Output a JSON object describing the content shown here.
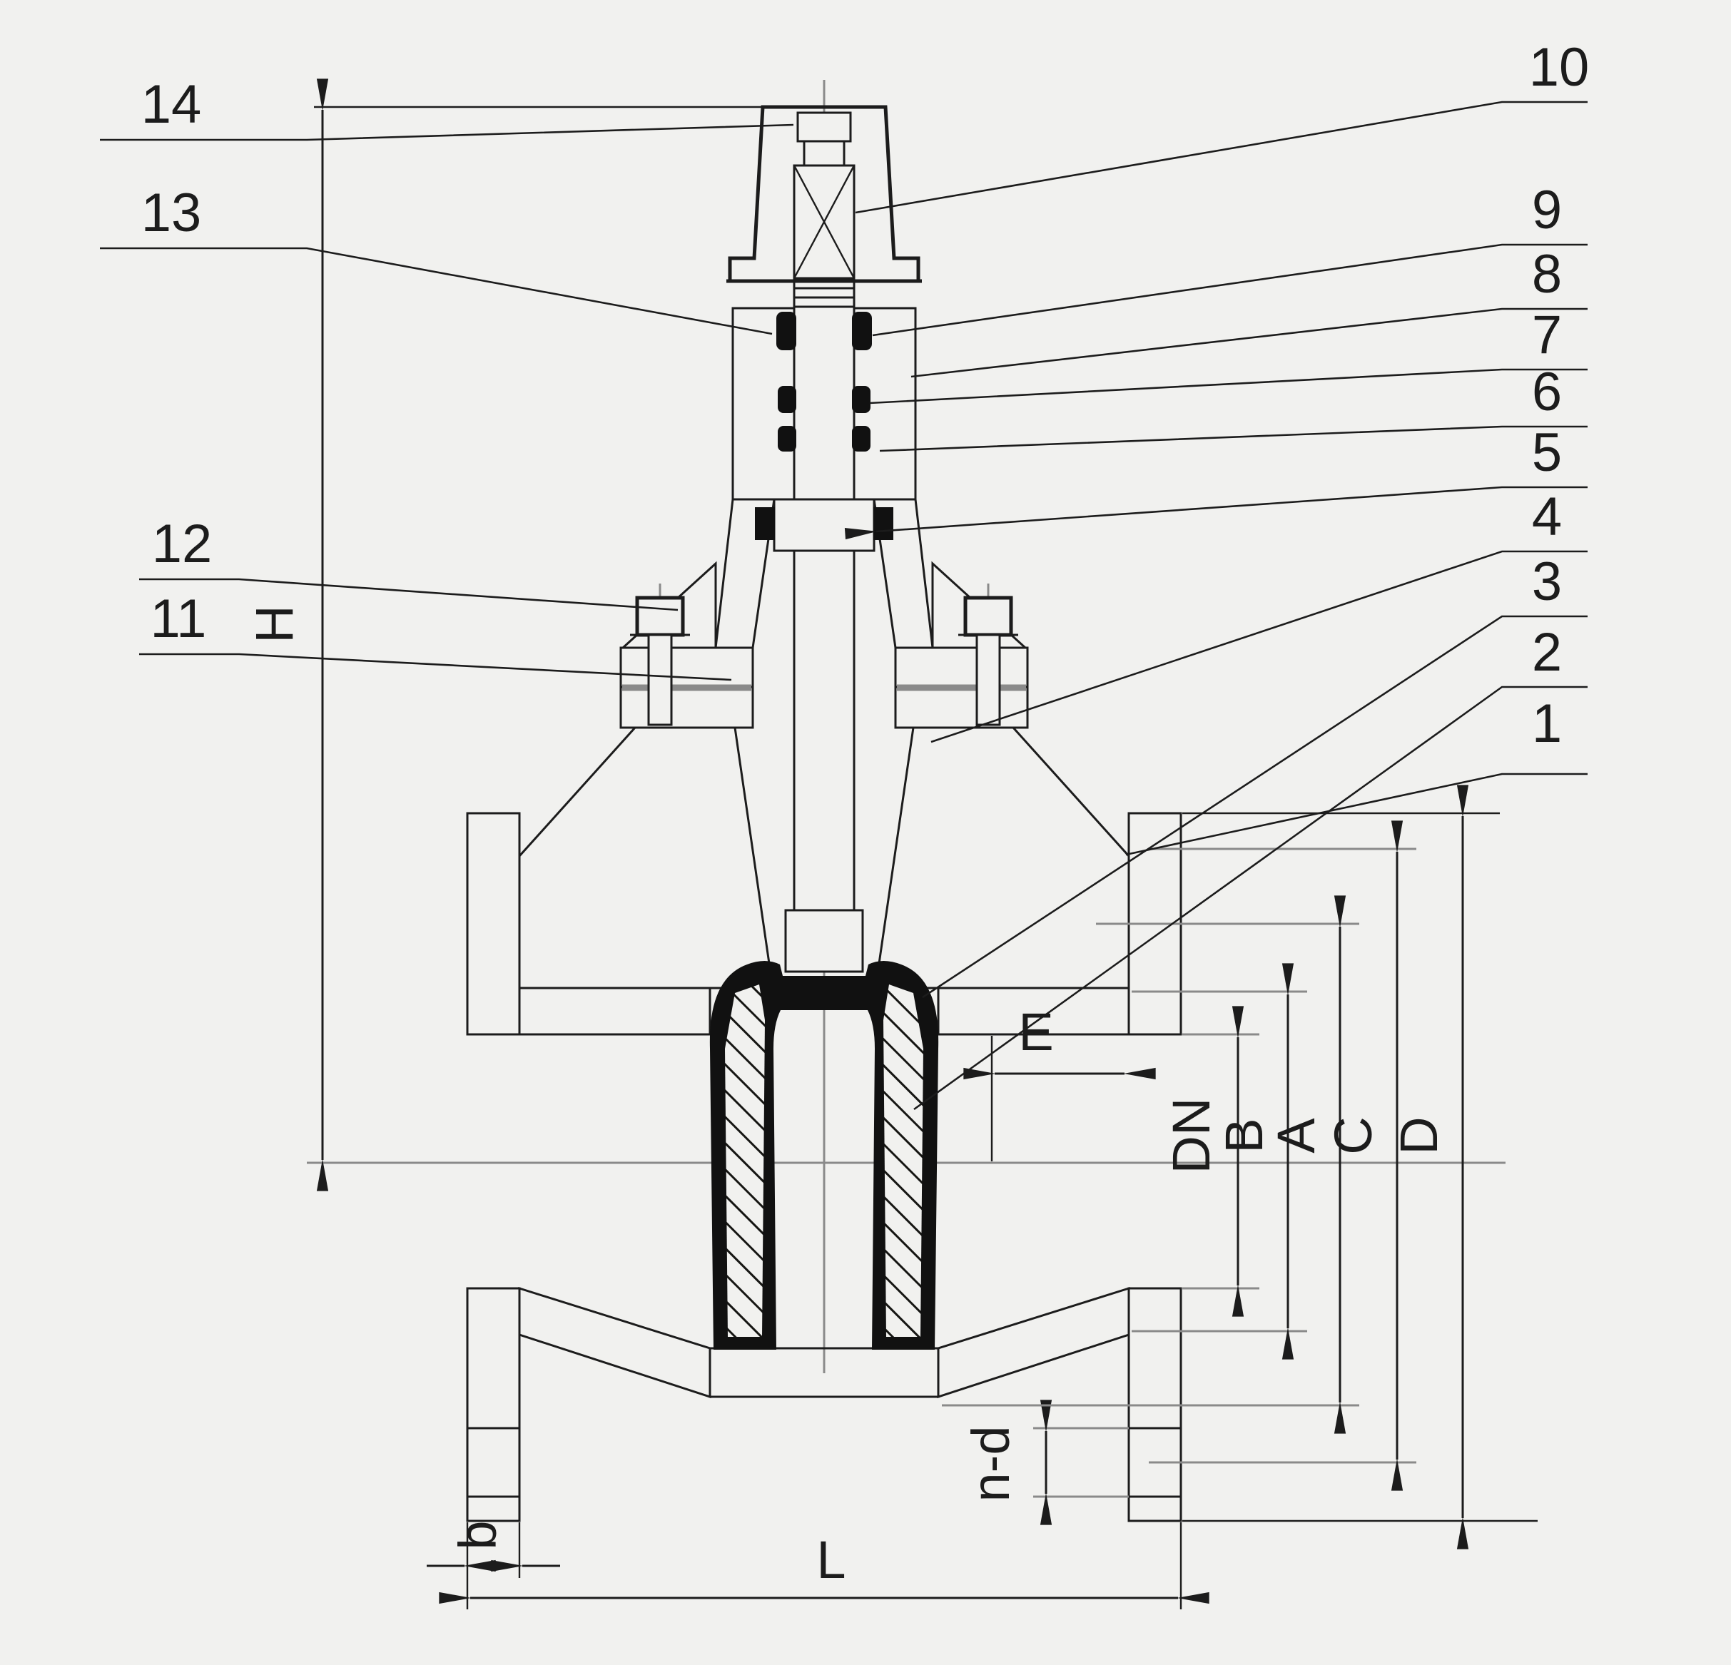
{
  "drawing": {
    "type": "engineering-cross-section",
    "subject": "resilient-seated flanged gate valve",
    "colors": {
      "background": "#f1f1ef",
      "ink": "#1c1c1c",
      "centerline_gray": "#8a8a8a"
    }
  },
  "labels": {
    "c1": "1",
    "c2": "2",
    "c3": "3",
    "c4": "4",
    "c5": "5",
    "c6": "6",
    "c7": "7",
    "c8": "8",
    "c9": "9",
    "c10": "10",
    "c11": "11",
    "c12": "12",
    "c13": "13",
    "c14": "14"
  },
  "dims": {
    "H": "H",
    "L": "L",
    "b": "b",
    "nd": "n-d",
    "E": "E",
    "DN": "DN",
    "B": "B",
    "A": "A",
    "C": "C",
    "D": "D"
  }
}
